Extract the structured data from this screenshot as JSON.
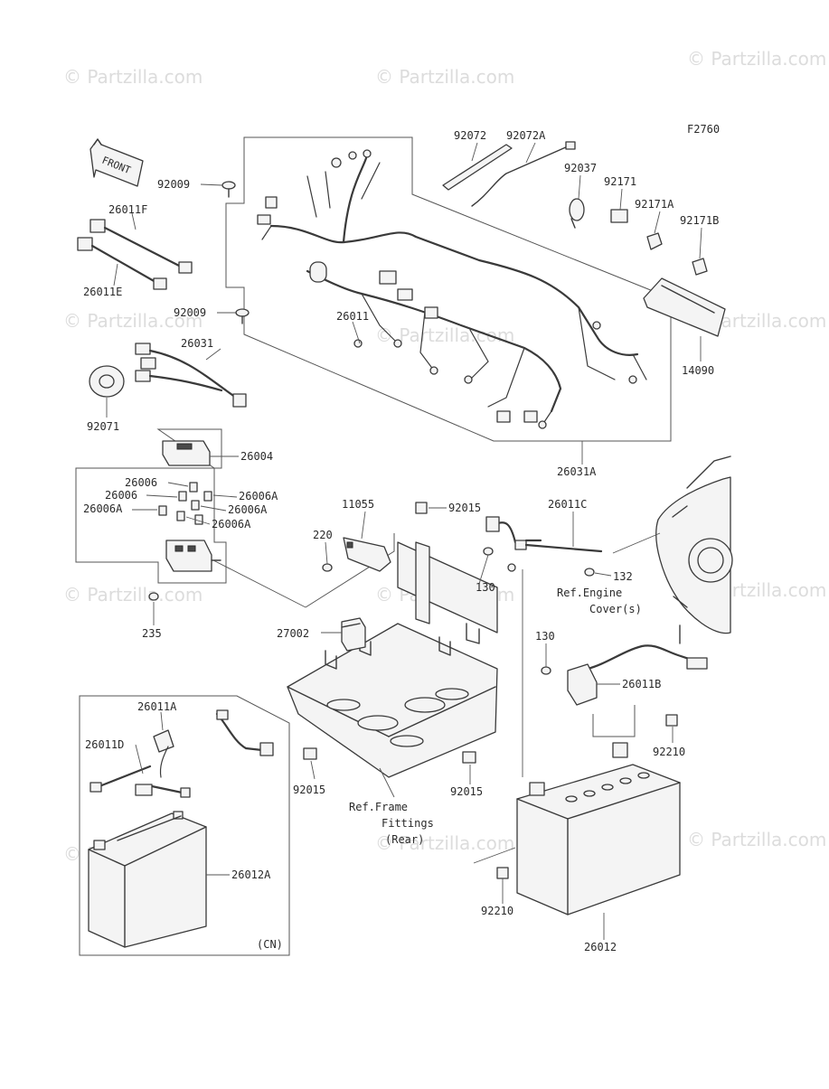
{
  "watermark": "© Partzilla.com",
  "figure_code": "F2760",
  "front_arrow": "FRONT",
  "parts": {
    "p92072": "92072",
    "p92072A": "92072A",
    "p92037": "92037",
    "p92171": "92171",
    "p92171A": "92171A",
    "p92171B": "92171B",
    "p14090": "14090",
    "p92009a": "92009",
    "p92009b": "92009",
    "p26011F": "26011F",
    "p26011E": "26011E",
    "p26011": "26011",
    "p26031": "26031",
    "p92071": "92071",
    "p26031A": "26031A",
    "p26004": "26004",
    "p26006a": "26006",
    "p26006b": "26006",
    "p26006Aleft": "26006A",
    "p26006A1": "26006A",
    "p26006A2": "26006A",
    "p26006A3": "26006A",
    "p235": "235",
    "p220": "220",
    "p11055": "11055",
    "p92015a": "92015",
    "p92015b": "92015",
    "p92015c": "92015",
    "p26011C": "26011C",
    "p130a": "130",
    "p130b": "130",
    "p132": "132",
    "p27002": "27002",
    "p26011B": "26011B",
    "p92210a": "92210",
    "p92210b": "92210",
    "p26011A": "26011A",
    "p26011D": "26011D",
    "p26012A": "26012A",
    "p26012": "26012",
    "cn": "(CN)"
  },
  "refs": {
    "engine_line1": "Ref.Engine",
    "engine_line2": "Cover(s)",
    "frame_line1": "Ref.Frame",
    "frame_line2": "Fittings",
    "frame_line3": "(Rear)"
  }
}
